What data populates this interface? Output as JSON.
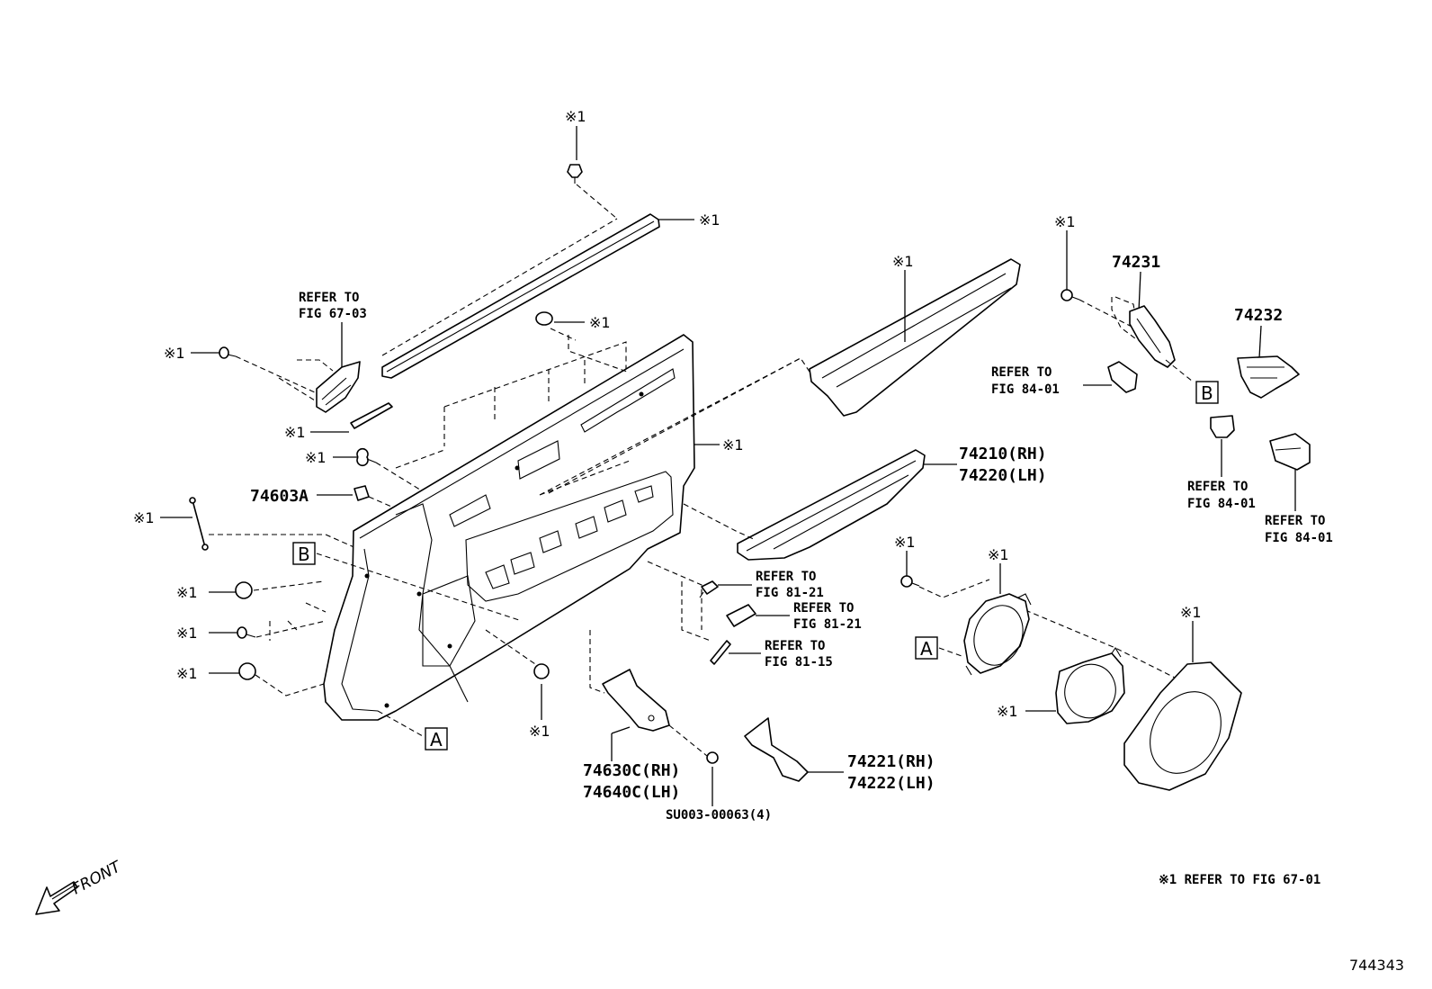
{
  "note_mark": "※1",
  "labels": {
    "ref_67_03_a": "REFER TO",
    "ref_67_03_b": "FIG 67-03",
    "p74603A": "74603A",
    "p74210": "74210(RH)",
    "p74220": "74220(LH)",
    "p74231": "74231",
    "p74232": "74232",
    "ref_84_01_a1": "REFER TO",
    "ref_84_01_b1": "FIG 84-01",
    "ref_84_01_a2": "REFER TO",
    "ref_84_01_b2": "FIG 84-01",
    "ref_84_01_a3": "REFER TO",
    "ref_84_01_b3": "FIG 84-01",
    "ref_81_21_a1": "REFER TO",
    "ref_81_21_b1": "FIG 81-21",
    "ref_81_21_a2": "REFER TO",
    "ref_81_21_b2": "FIG 81-21",
    "ref_81_15_a": "REFER TO",
    "ref_81_15_b": "FIG 81-15",
    "p74630C": "74630C(RH)",
    "p74640C": "74640C(LH)",
    "su003": "SU003-00063(4)",
    "p74221": "74221(RH)",
    "p74222": "74222(LH)",
    "box_a": "A",
    "box_b": "B",
    "front": "FRONT",
    "footnote": "※1 REFER TO FIG 67-01",
    "figure_id": "744343"
  }
}
